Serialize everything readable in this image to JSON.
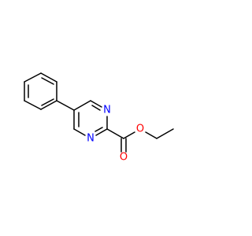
{
  "molecule": {
    "atoms": {
      "n_top": {
        "symbol": "N",
        "color": "#0000ff"
      },
      "n_bottom": {
        "symbol": "N",
        "color": "#0000ff"
      },
      "o_ester": {
        "symbol": "O",
        "color": "#ff0000"
      },
      "o_carbonyl": {
        "symbol": "O",
        "color": "#ff0000"
      }
    },
    "colors": {
      "bond": "#000000",
      "nitrogen": "#0000ff",
      "oxygen": "#ff0000",
      "background": "#ffffff"
    }
  }
}
